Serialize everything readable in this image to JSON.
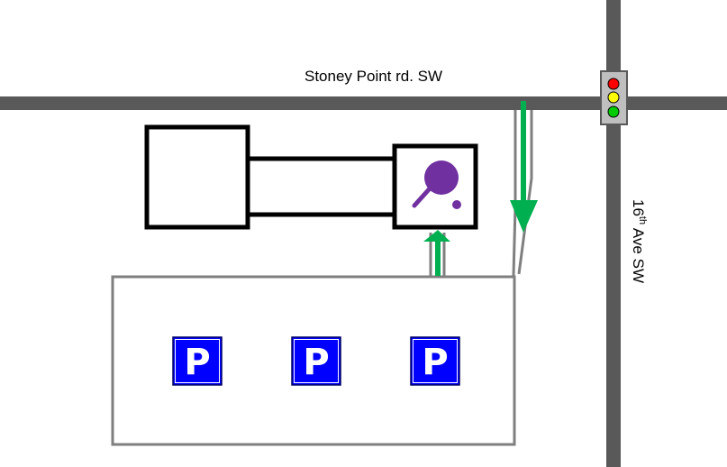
{
  "roads": {
    "main_street": "Stoney Point rd. SW",
    "cross_street": {
      "number": "16",
      "suffix": "th",
      "rest": " Ave SW"
    }
  },
  "parking": {
    "label": "P"
  },
  "icons": {
    "venue": "table-tennis-paddle-icon",
    "traffic_light": "traffic-light-icon",
    "parking": "parking-sign-icon"
  },
  "colors": {
    "road": "#595959",
    "route_arrow": "#00b050",
    "parking_blue": "#0000ff",
    "paddle_purple": "#7030a0",
    "light_red": "#ff0000",
    "light_yellow": "#ffff00",
    "light_green": "#00cc00"
  }
}
